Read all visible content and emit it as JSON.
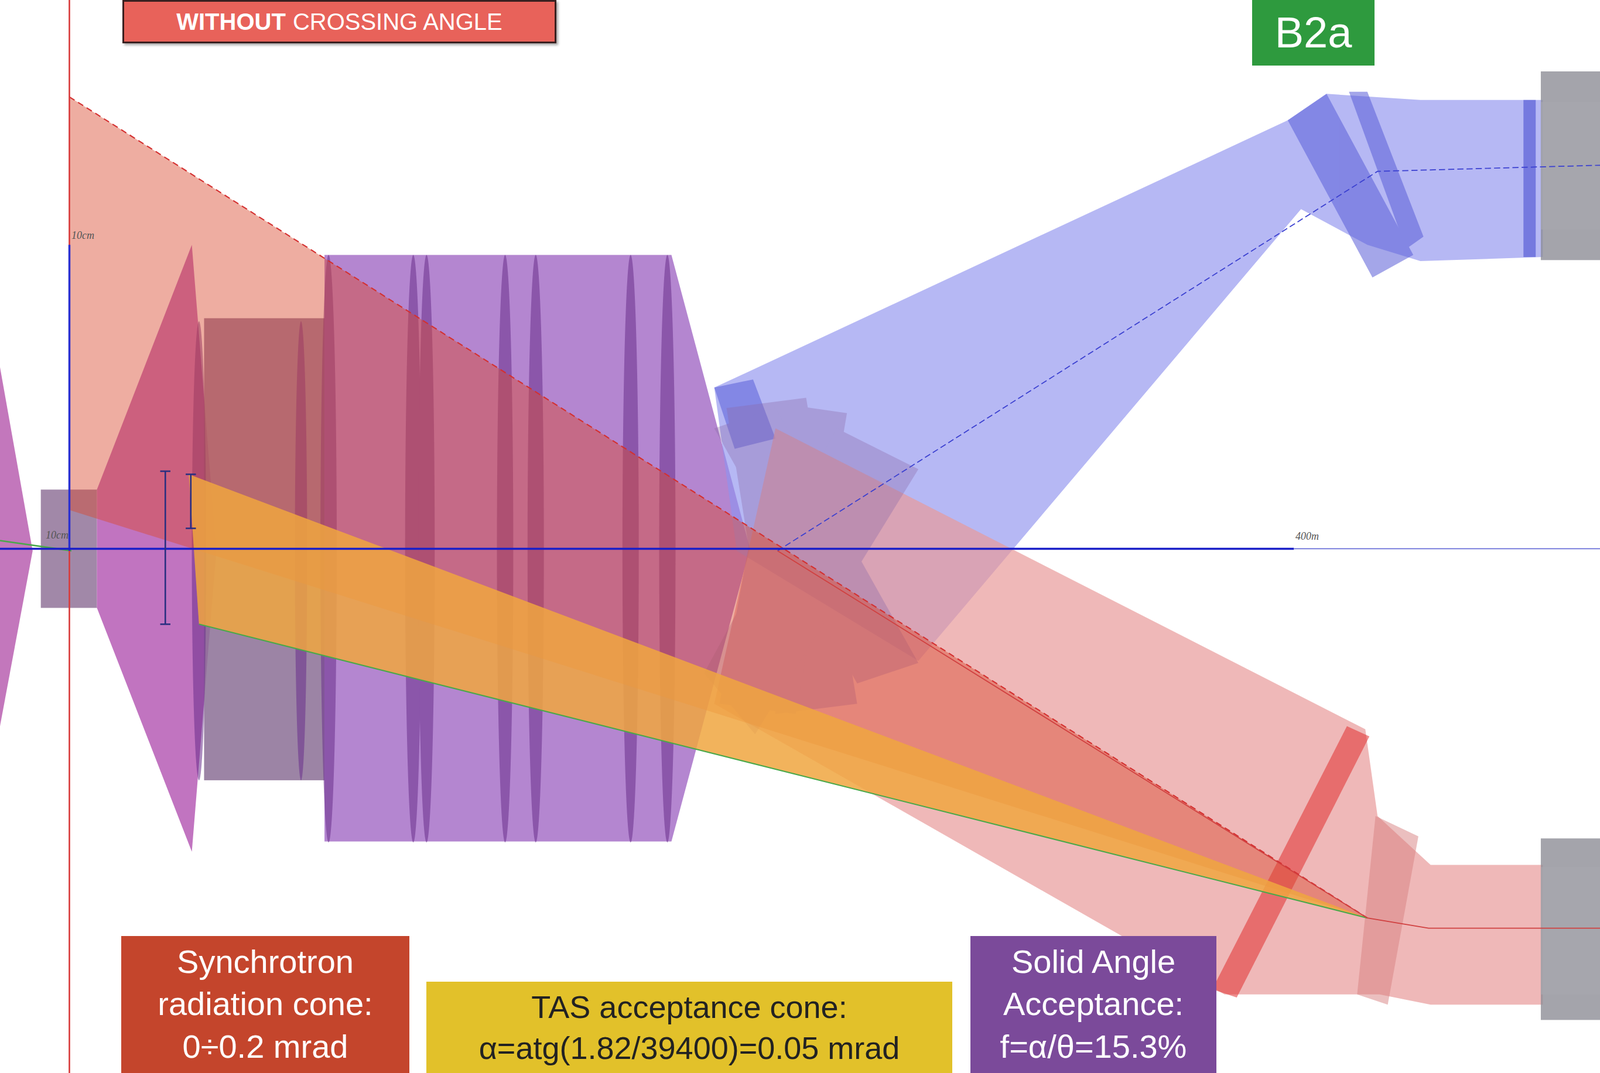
{
  "diagram": {
    "nodes": [
      {
        "text": [
          "WITHOUT",
          "CROSSING ANGLE"
        ]
      },
      {
        "text": [
          "B2a"
        ]
      },
      {
        "text": [
          "Synchrotron radiation cone: 0÷0.2 mrad"
        ]
      },
      {
        "text": [
          "TAS acceptance cone: α=atg(1.82/39400)=0.05 mrad"
        ]
      },
      {
        "text": [
          "Solid Angle Acceptance: f=α/θ=15.3%"
        ]
      }
    ],
    "edges": [],
    "labels": [
      "10cm",
      "10cm",
      "400m"
    ]
  }
}
